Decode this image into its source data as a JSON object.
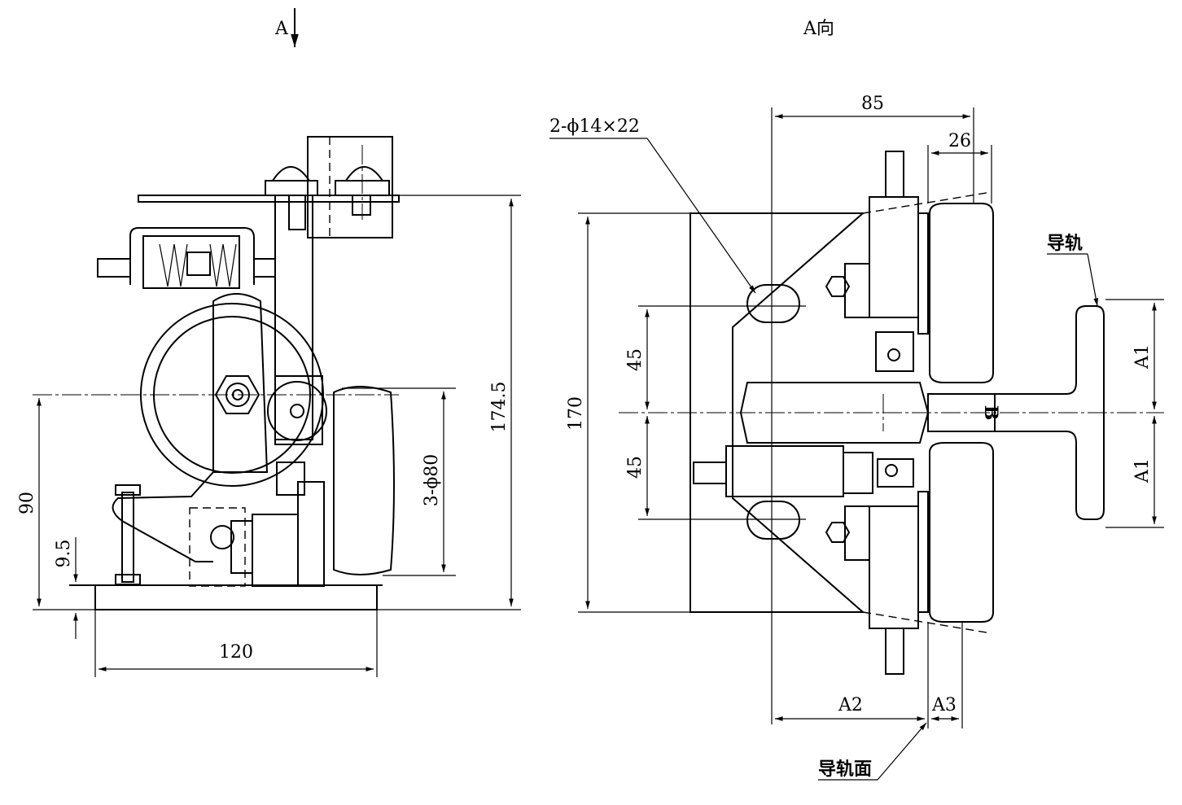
{
  "view_labels": {
    "left_view_marker": "A",
    "right_view_title": "A向"
  },
  "left_view_dims": {
    "height_total": "174.5",
    "height_axis": "90",
    "base_thickness": "9.5",
    "width_base": "120",
    "roller_diameter": "3-ϕ80"
  },
  "right_view_dims": {
    "slot_holes": "2-ϕ14×22",
    "width_85": "85",
    "width_26": "26",
    "height_170": "170",
    "spacing_upper": "45",
    "spacing_lower": "45",
    "a1_upper": "A1",
    "a1_lower": "A1",
    "a2": "A2",
    "a3": "A3",
    "b": "B"
  },
  "annotations": {
    "guide_rail": "导轨",
    "guide_rail_face": "导轨面"
  }
}
